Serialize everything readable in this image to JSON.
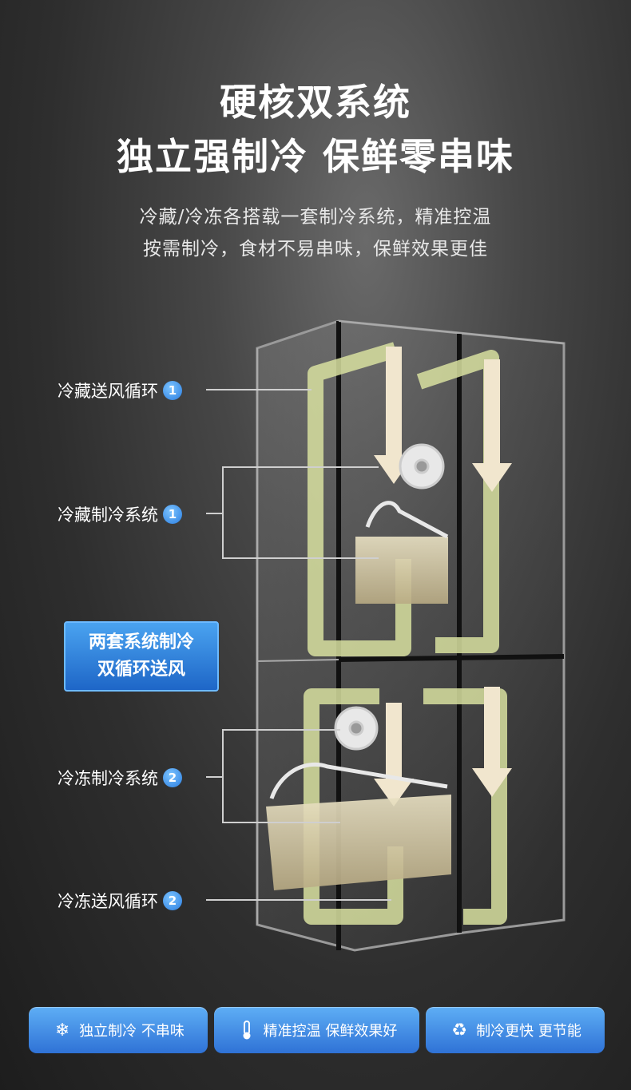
{
  "headline": {
    "line1": "硬核双系统",
    "line2": "独立强制冷 保鲜零串味"
  },
  "subtitle": {
    "line1": "冷藏/冷冻各搭载一套制冷系统，精准控温",
    "line2": "按需制冷，食材不易串味，保鲜效果更佳"
  },
  "labels": [
    {
      "text": "冷藏送风循环",
      "num": "1"
    },
    {
      "text": "冷藏制冷系统",
      "num": "1"
    },
    {
      "text": "冷冻制冷系统",
      "num": "2"
    },
    {
      "text": "冷冻送风循环",
      "num": "2"
    }
  ],
  "callout": {
    "line1": "两套系统制冷",
    "line2": "双循环送风"
  },
  "features": [
    {
      "icon": "snowflake-icon",
      "text": "独立制冷 不串味"
    },
    {
      "icon": "thermometer-icon",
      "text": "精准控温 保鲜效果好"
    },
    {
      "icon": "recycle-icon",
      "text": "制冷更快 更节能"
    }
  ],
  "colors": {
    "accent_blue": "#2f72d6",
    "airflow_green": "#d8e0a0",
    "badge_blue": "#2a7de0"
  }
}
